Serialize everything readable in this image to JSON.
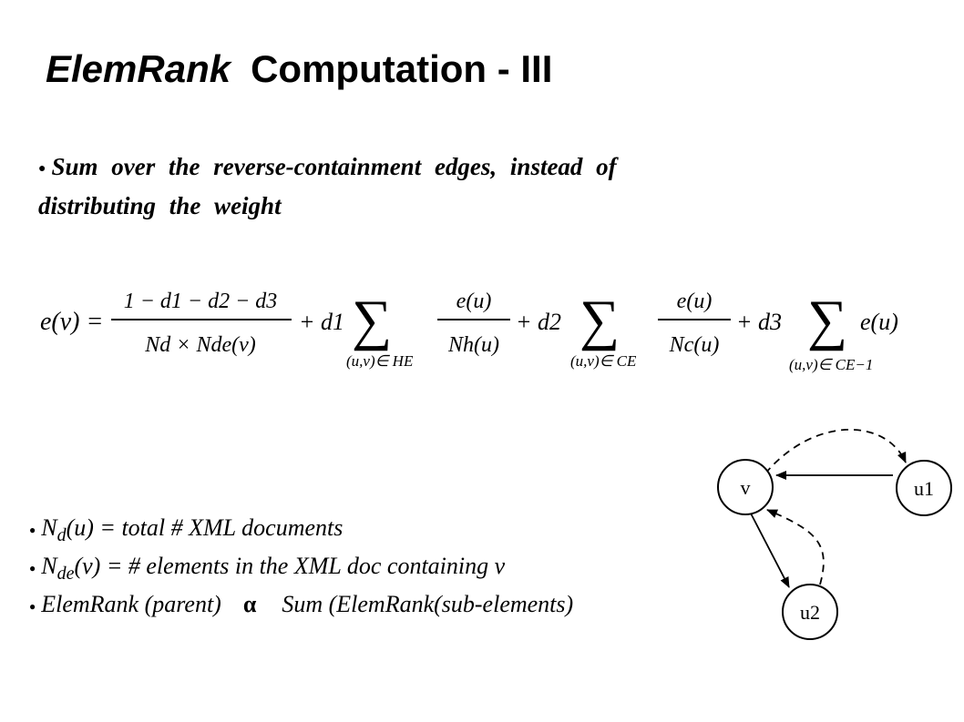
{
  "slide": {
    "title_em": "ElemRank",
    "title_rest": "Computation - III",
    "intro_line1": "Sum over the reverse-containment edges, instead of",
    "intro_line2": "distributing the weight"
  },
  "formula": {
    "lhs": "e(v) =",
    "frac1_num": "1 − d1 − d2 − d3",
    "frac1_den": "Nd × Nde(v)",
    "d1": "+ d1",
    "sum1_sub": "(u,v)∈ HE",
    "frac2_num": "e(u)",
    "frac2_den": "Nh(u)",
    "d2": "+ d2",
    "sum2_sub": "(u,v)∈ CE",
    "frac3_num": "e(u)",
    "frac3_den": "Nc(u)",
    "d3": "+ d3",
    "sum3_sub": "(u,v)∈ CE−1",
    "term3": "e(u)"
  },
  "definitions": {
    "row1_n": "N",
    "row1_sub": "d",
    "row1_rest": "(u) = total # XML documents",
    "row2_n": "N",
    "row2_sub": "de",
    "row2_rest": "(v) = # elements in the XML doc containing v",
    "row3_left": "ElemRank (parent)",
    "row3_symbol": "α",
    "row3_right": "Sum (ElemRank(sub-elements)"
  },
  "graph": {
    "nodes": {
      "v": "v",
      "u1": "u1",
      "u2": "u2"
    }
  }
}
